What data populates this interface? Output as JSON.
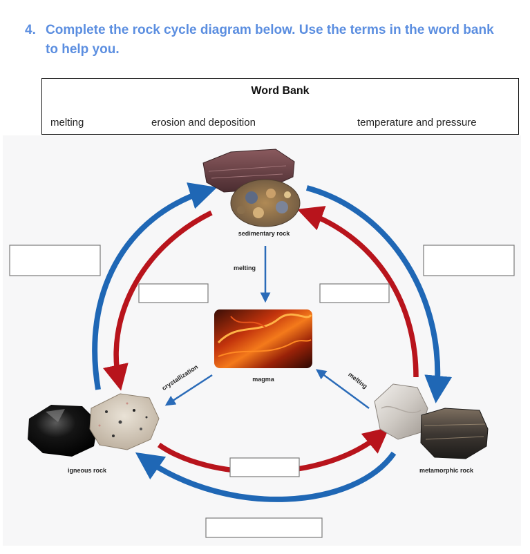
{
  "question": {
    "number": "4.",
    "text": "Complete the rock cycle diagram below. Use the terms in the word bank to help you."
  },
  "word_bank": {
    "title": "Word Bank",
    "terms": [
      "melting",
      "erosion and deposition",
      "temperature and pressure"
    ]
  },
  "diagram": {
    "sedimentary_label": "sedimentary rock",
    "magma_label": "magma",
    "igneous_label": "igneous rock",
    "metamorphic_label": "metamorphic rock",
    "arrow_sed_to_magma": "melting",
    "arrow_igneous_from_magma": "crystallization",
    "arrow_meta_to_magma": "melting"
  },
  "colors": {
    "question_text": "#5b8ee0",
    "blue_arrow": "#1f67b5",
    "red_arrow": "#b8141c",
    "inner_arrow": "#2a6bb8"
  }
}
